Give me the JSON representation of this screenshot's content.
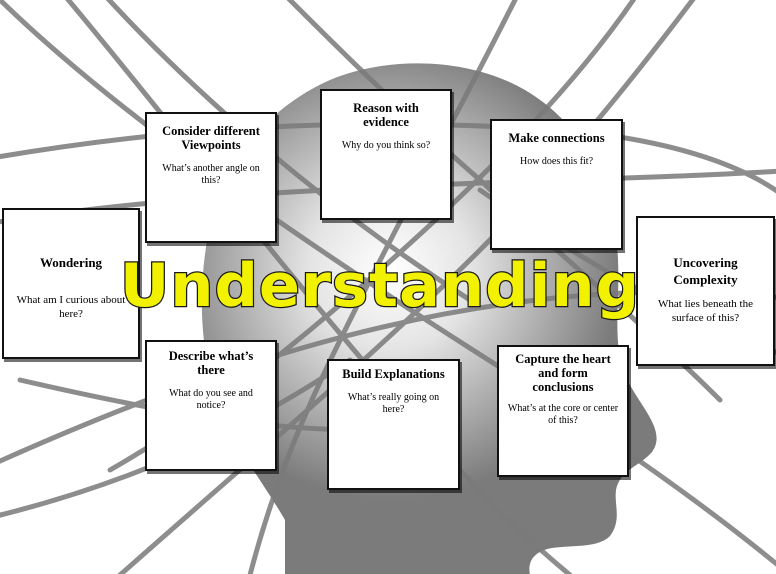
{
  "title": "Understanding",
  "colors": {
    "title_fill": "#f2f200",
    "title_stroke": "#1a1a1a",
    "head": "#7d7d7d",
    "orbit": "#7a7a7a",
    "card_border": "#111111"
  },
  "cards": [
    {
      "title": "Consider different Viewpoints",
      "prompt": "What’s another angle on this?"
    },
    {
      "title": "Reason with evidence",
      "prompt": "Why do you think so?"
    },
    {
      "title": "Make connections",
      "prompt": "How does this fit?"
    },
    {
      "title": "Wondering",
      "prompt": "What am I curious about here?"
    },
    {
      "title": "Uncovering Complexity",
      "prompt": "What lies beneath the surface of this?"
    },
    {
      "title": "Describe what’s there",
      "prompt": "What do you see and notice?"
    },
    {
      "title": "Build Explanations",
      "prompt": "What’s really going on here?"
    },
    {
      "title": "Capture the heart and form conclusions",
      "prompt": "What’s at the core or center of this?"
    }
  ]
}
